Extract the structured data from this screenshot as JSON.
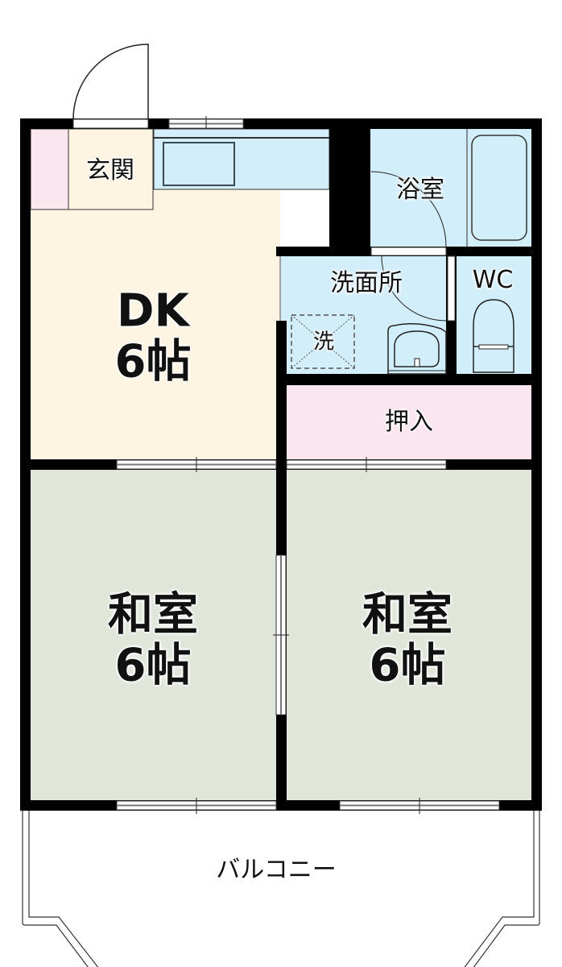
{
  "floorplan": {
    "rooms": [
      {
        "id": "genkan",
        "label": "玄関",
        "name_en": "entrance"
      },
      {
        "id": "dk",
        "label": "DK\n6帖",
        "name_en": "dining-kitchen",
        "size": "6帖"
      },
      {
        "id": "bath",
        "label": "浴室",
        "name_en": "bathroom"
      },
      {
        "id": "washroom",
        "label": "洗面所",
        "name_en": "washroom"
      },
      {
        "id": "wc",
        "label": "WC",
        "name_en": "toilet"
      },
      {
        "id": "washer",
        "label": "洗",
        "name_en": "washing-machine-space"
      },
      {
        "id": "closet",
        "label": "押入",
        "name_en": "closet"
      },
      {
        "id": "washitsu_left",
        "label": "和室\n6帖",
        "name_en": "japanese-room-left",
        "size": "6帖"
      },
      {
        "id": "washitsu_right",
        "label": "和室\n6帖",
        "name_en": "japanese-room-right",
        "size": "6帖"
      },
      {
        "id": "balcony",
        "label": "バルコニー",
        "name_en": "balcony"
      }
    ],
    "colors": {
      "wall": "#000000",
      "dk_floor": "#fdf4e2",
      "genkan_floor": "#fdf4e2",
      "shoe_storage": "#fbe5ef",
      "wet_area": "#d2eefa",
      "closet": "#fbe5ef",
      "tatami": "#e0e6da",
      "balcony": "#ffffff",
      "window_line": "#777777"
    }
  }
}
